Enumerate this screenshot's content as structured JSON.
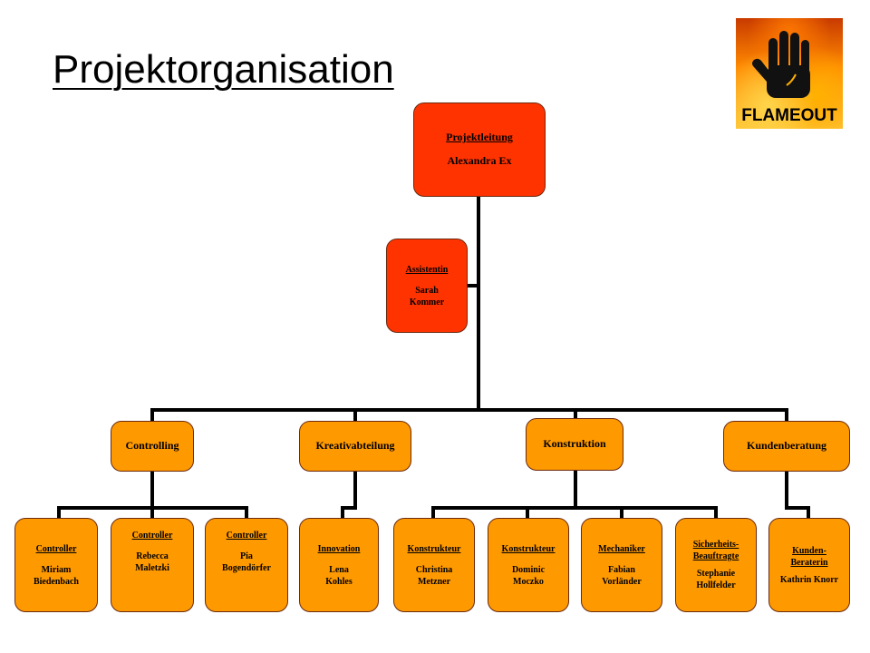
{
  "title": "Projektorganisation",
  "logo": {
    "text": "FLAMEOUT",
    "icon": "stop-hand-icon"
  },
  "colors": {
    "lead": "#ff3300",
    "unit": "#ff9900",
    "line": "#000000"
  },
  "org": {
    "leitung": {
      "role": "Projektleitung",
      "name": "Alexandra Ex"
    },
    "assistenz": {
      "role": "Assistentin",
      "name_line1": "Sarah",
      "name_line2": "Kommer"
    },
    "departments": [
      {
        "label": "Controlling"
      },
      {
        "label": "Kreativabteilung"
      },
      {
        "label": "Konstruktion"
      },
      {
        "label": "Kundenberatung"
      }
    ],
    "members": [
      {
        "role": "Controller",
        "name_line1": "Miriam",
        "name_line2": "Biedenbach"
      },
      {
        "role": "Controller",
        "name_line1": "Rebecca",
        "name_line2": "Maletzki"
      },
      {
        "role": "Controller",
        "name_line1": "Pia",
        "name_line2": "Bogendörfer"
      },
      {
        "role": "Innovation",
        "name_line1": "Lena",
        "name_line2": "Kohles"
      },
      {
        "role": "Konstrukteur",
        "name_line1": "Christina",
        "name_line2": "Metzner"
      },
      {
        "role": "Konstrukteur",
        "name_line1": "Dominic",
        "name_line2": "Moczko"
      },
      {
        "role": "Mechaniker",
        "name_line1": "Fabian",
        "name_line2": "Vorländer"
      },
      {
        "role_line1": "Sicherheits-",
        "role_line2": "Beauftragte",
        "name_line1": "Stephanie",
        "name_line2": "Hollfelder"
      },
      {
        "role_line1": "Kunden-",
        "role_line2": "Beraterin",
        "name_line1": "Kathrin Knorr"
      }
    ]
  }
}
